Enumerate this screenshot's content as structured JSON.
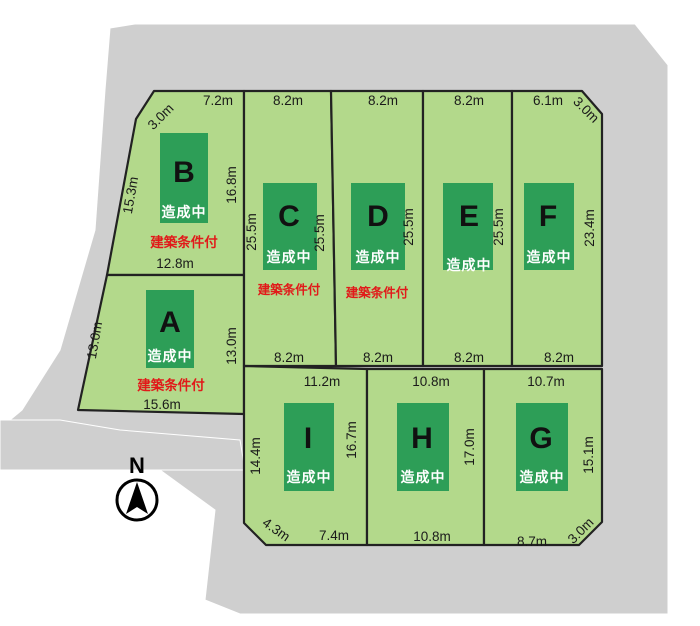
{
  "map": {
    "north_label": "N",
    "lots": {
      "A": {
        "name": "A",
        "status": "造成中",
        "condition": "建築条件付",
        "dims": {
          "left": "13.0m",
          "right": "13.0m",
          "bottom": "15.6m"
        }
      },
      "B": {
        "name": "B",
        "status": "造成中",
        "condition": "建築条件付",
        "dims": {
          "corner": "3.0m",
          "top": "7.2m",
          "left": "15.3m",
          "right": "16.8m",
          "bottom": "12.8m"
        }
      },
      "C": {
        "name": "C",
        "status": "造成中",
        "condition": "建築条件付",
        "dims": {
          "top": "8.2m",
          "left": "25.5m",
          "right": "25.5m",
          "bottom": "8.2m"
        }
      },
      "D": {
        "name": "D",
        "status": "造成中",
        "condition": "建築条件付",
        "dims": {
          "top": "8.2m",
          "right": "25.5m",
          "bottom": "8.2m"
        }
      },
      "E": {
        "name": "E",
        "status": "造成中",
        "dims": {
          "top": "8.2m",
          "right": "25.5m",
          "bottom": "8.2m"
        }
      },
      "F": {
        "name": "F",
        "status": "造成中",
        "dims": {
          "top": "6.1m",
          "corner": "3.0m",
          "right": "23.4m",
          "bottom": "8.2m"
        }
      },
      "G": {
        "name": "G",
        "status": "造成中",
        "dims": {
          "top": "10.7m",
          "right": "15.1m",
          "bottom": "8.7m",
          "corner": "3.0m"
        }
      },
      "H": {
        "name": "H",
        "status": "造成中",
        "dims": {
          "top": "10.8m",
          "right": "17.0m",
          "bottom": "10.8m"
        }
      },
      "I": {
        "name": "I",
        "status": "造成中",
        "dims": {
          "top": "11.2m",
          "left": "14.4m",
          "right": "16.7m",
          "corner": "4.3m",
          "bottom": "7.4m"
        }
      }
    }
  }
}
